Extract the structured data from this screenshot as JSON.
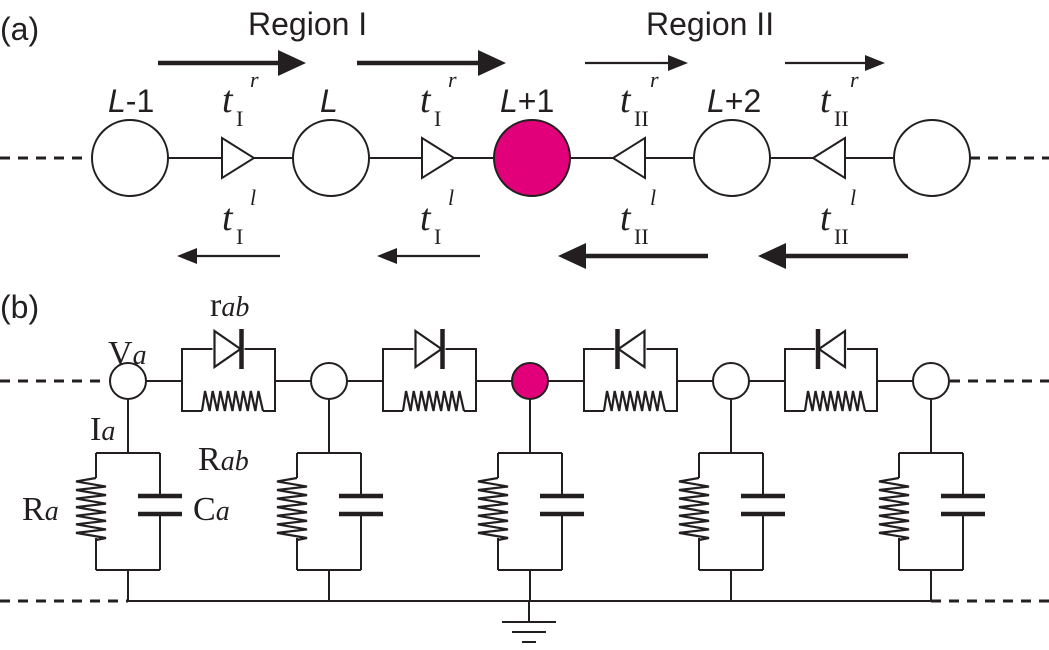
{
  "panel_a": {
    "label": "(a)",
    "region_1": "Region I",
    "region_2": "Region II",
    "sites": [
      {
        "label": "L-1",
        "highlight": false
      },
      {
        "label": "L",
        "highlight": false
      },
      {
        "label": "L+1",
        "highlight": true
      },
      {
        "label": "L+2",
        "highlight": false
      },
      {
        "label": "",
        "highlight": false
      }
    ],
    "hopping": [
      {
        "region": "I",
        "right": "t_I^r",
        "left": "t_I^l",
        "strong": "right"
      },
      {
        "region": "I",
        "right": "t_I^r",
        "left": "t_I^l",
        "strong": "right"
      },
      {
        "region": "II",
        "right": "t_II^r",
        "left": "t_II^l",
        "strong": "left"
      },
      {
        "region": "II",
        "right": "t_II^r",
        "left": "t_II^l",
        "strong": "left"
      }
    ]
  },
  "panel_b": {
    "label": "(b)",
    "V": "V",
    "I": "I",
    "r_ab": "r",
    "R_ab": "R",
    "R_a": "R",
    "C_a": "C",
    "sub_a": "a",
    "sub_ab": "ab"
  },
  "colors": {
    "highlight": "#e2007a",
    "line": "#231f20"
  }
}
